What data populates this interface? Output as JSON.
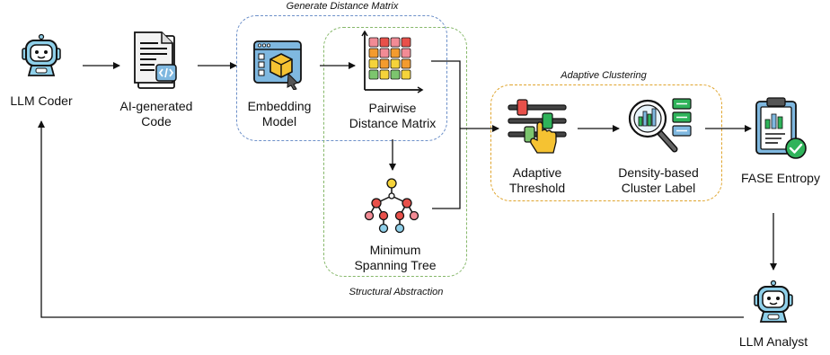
{
  "groups": {
    "distance_matrix": {
      "title": "Generate Distance Matrix",
      "color": "#6d90c9"
    },
    "structural": {
      "title": "Structural Abstraction",
      "color": "#86b86a"
    },
    "clustering": {
      "title": "Adaptive Clustering",
      "color": "#e0a52e"
    }
  },
  "nodes": {
    "llm_coder": {
      "line1": "LLM Coder",
      "icon": "robot-icon"
    },
    "code": {
      "line1": "AI-generated",
      "line2": "Code",
      "icon": "code-document-icon"
    },
    "embedding": {
      "line1": "Embedding",
      "line2": "Model",
      "icon": "embedding-cube-window-icon"
    },
    "matrix": {
      "line1": "Pairwise",
      "line2": "Distance Matrix",
      "icon": "heatmap-grid-icon"
    },
    "mst": {
      "line1": "Minimum",
      "line2": "Spanning Tree",
      "icon": "tree-graph-icon"
    },
    "threshold": {
      "line1": "Adaptive",
      "line2": "Threshold",
      "icon": "slider-hand-icon"
    },
    "cluster": {
      "line1": "Density-based",
      "line2": "Cluster Label",
      "icon": "magnifier-chart-icon"
    },
    "fase": {
      "line1": "FASE Entropy",
      "icon": "clipboard-check-icon"
    },
    "llm_analyst": {
      "line1": "LLM Analyst",
      "icon": "robot-icon"
    }
  },
  "colors": {
    "robot_body": "#8fd0ea",
    "accent_blue": "#7fb8e0",
    "green": "#2fb35a",
    "orange": "#f39b2e",
    "red": "#e8504a"
  }
}
